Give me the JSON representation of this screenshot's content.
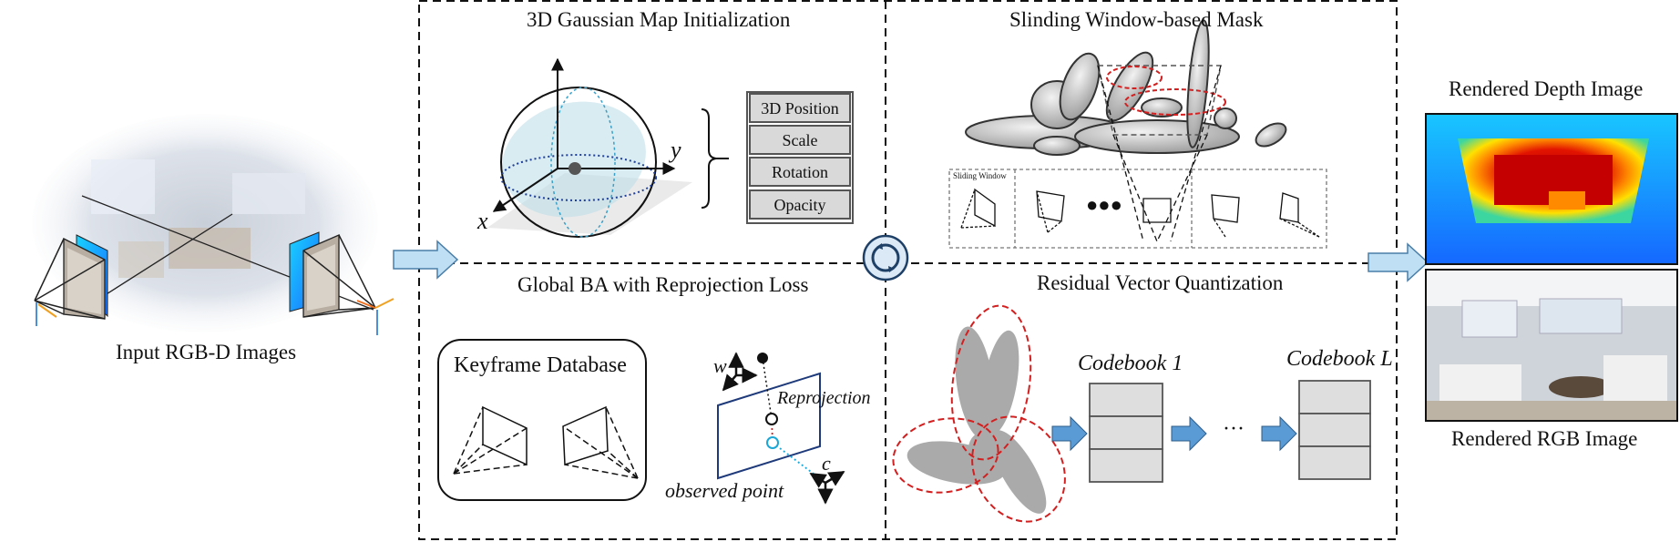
{
  "input": {
    "caption": "Input RGB-D Images"
  },
  "init": {
    "title": "3D Gaussian Map Initialization",
    "axes": {
      "x": "x",
      "y": "y"
    },
    "params": [
      "3D Position",
      "Scale",
      "Rotation",
      "Opacity"
    ]
  },
  "mask": {
    "title": "Slinding Window-based Mask",
    "window_label": "Sliding Window",
    "ellipsis": "●●●"
  },
  "ba": {
    "title": "Global BA with Reprojection Loss",
    "keyframe_db": "Keyframe Database",
    "world_label": "w",
    "camera_label": "c",
    "reprojection_label": "Reprojection",
    "observed_label": "observed point"
  },
  "rvq": {
    "title": "Residual Vector Quantization",
    "codebook_first": "Codebook 1",
    "codebook_last": "Codebook L",
    "ellipsis": "···"
  },
  "output": {
    "depth_caption": "Rendered Depth Image",
    "rgb_caption": "Rendered RGB Image"
  },
  "colors": {
    "arrow_fill": "#bfe0f4",
    "arrow_stroke": "#4a7ea8",
    "mask_red": "#d21f1f",
    "rvq_arrow": "#5b9bd5",
    "proj_cyan": "#1aa7d6"
  }
}
